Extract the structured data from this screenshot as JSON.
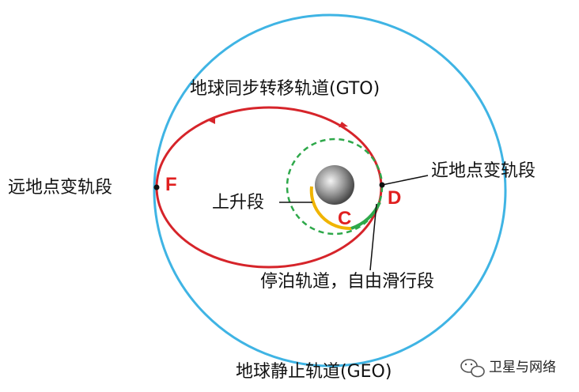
{
  "labels": {
    "gto": "地球同步转移轨道(GTO)",
    "geo": "地球静止轨道(GEO)",
    "apogee_maneuver": "远地点变轨段",
    "perigee_maneuver": "近地点变轨段",
    "ascent": "上升段",
    "parking": "停泊轨道，自由滑行段"
  },
  "points": {
    "f": "F",
    "d": "D",
    "c": "C"
  },
  "watermark": {
    "text": "卫星与网络",
    "icon": "wechat-icon"
  },
  "colors": {
    "geo_orbit": "#3fb4e4",
    "gto_orbit": "#d6242a",
    "parking_orbit": "#2ea84a",
    "ascent_arc": "#f0b400",
    "coast_arc": "#2ea84a",
    "point_label": "#e02020"
  }
}
